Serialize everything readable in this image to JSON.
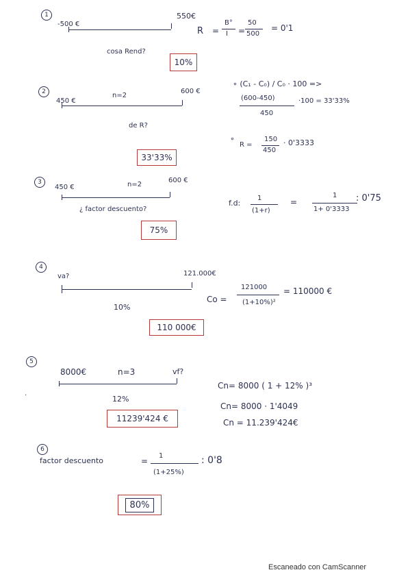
{
  "p1": {
    "num": "1",
    "left": "-500 €",
    "right": "550€",
    "question": "cosa Rend?",
    "formula_r": "R",
    "eq1": "=",
    "frac1_top": "B°",
    "frac1_bot": "I",
    "eq2": "=",
    "frac2_top": "50",
    "frac2_bot": "500",
    "result": "= 0'1",
    "answer": "10%"
  },
  "p2": {
    "num": "2",
    "left": "450 €",
    "n": "n=2",
    "right": "600 €",
    "question": "de R?",
    "line1": "∘ (C₁ - C₀) / C₀ · 100 =>",
    "frac_top": "(600-450)",
    "frac_bot": "450",
    "line2_rest": "·100 = 33'33%",
    "bullet": "∘",
    "r_label": "R =",
    "r_top": "150",
    "r_bot": "450",
    "r_result": "· 0'3333",
    "answer": "33'33%"
  },
  "p3": {
    "num": "3",
    "left": "450 €",
    "n": "n=2",
    "right": "600 €",
    "question": "¿ factor descuento?",
    "fd_label": "f.d:",
    "fd_top": "1",
    "fd_bot": "(1+r)",
    "eq": "=",
    "fd2_top": "1",
    "fd2_bot": "1+ 0'3333",
    "result": ": 0'75",
    "answer": "75%"
  },
  "p4": {
    "num": "4",
    "left": "va?",
    "right": "121.000€",
    "rate": "10%",
    "co_label": "Co =",
    "co_top": "121000",
    "co_bot": "(1+10%)²",
    "result": "= 110000 €",
    "answer": "110 000€"
  },
  "p5": {
    "num": "5",
    "left": "8000€",
    "n": "n=3",
    "right": "vf?",
    "rate": "12%",
    "cn1": "Cn= 8000 ( 1 + 12% )³",
    "cn2": "Cn= 8000 · 1'4049",
    "cn3": "Cn = 11.239'424€",
    "answer": "11239'424 €"
  },
  "p6": {
    "num": "6",
    "label": "factor descuento",
    "eq": "=",
    "top": "1",
    "bot": "(1+25%)",
    "result": ": 0'8",
    "answer": "80%"
  },
  "footer": "Escaneado con CamScanner"
}
